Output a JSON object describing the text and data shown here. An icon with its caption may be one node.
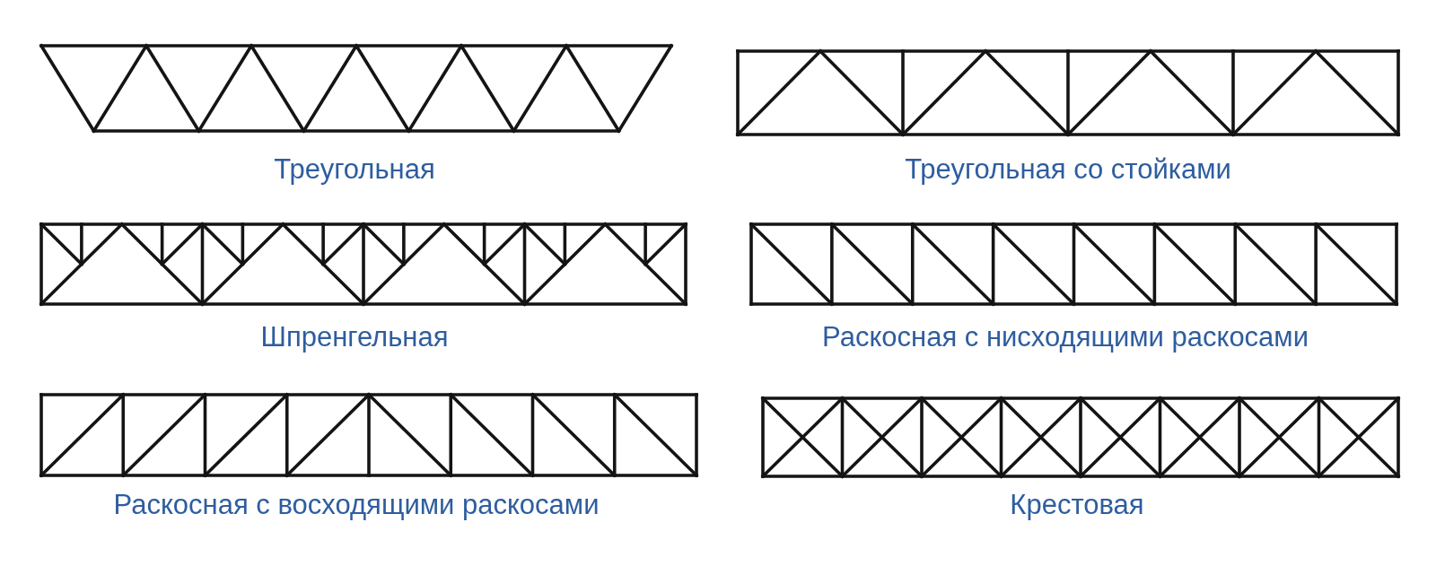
{
  "diagram": {
    "labels": [
      "Треугольная",
      "Треугольная со стойками",
      "Шпренгельная",
      "Раскосная с нисходящими раскосами",
      "Раскосная с восходящими раскосами",
      "Крестовая"
    ]
  }
}
